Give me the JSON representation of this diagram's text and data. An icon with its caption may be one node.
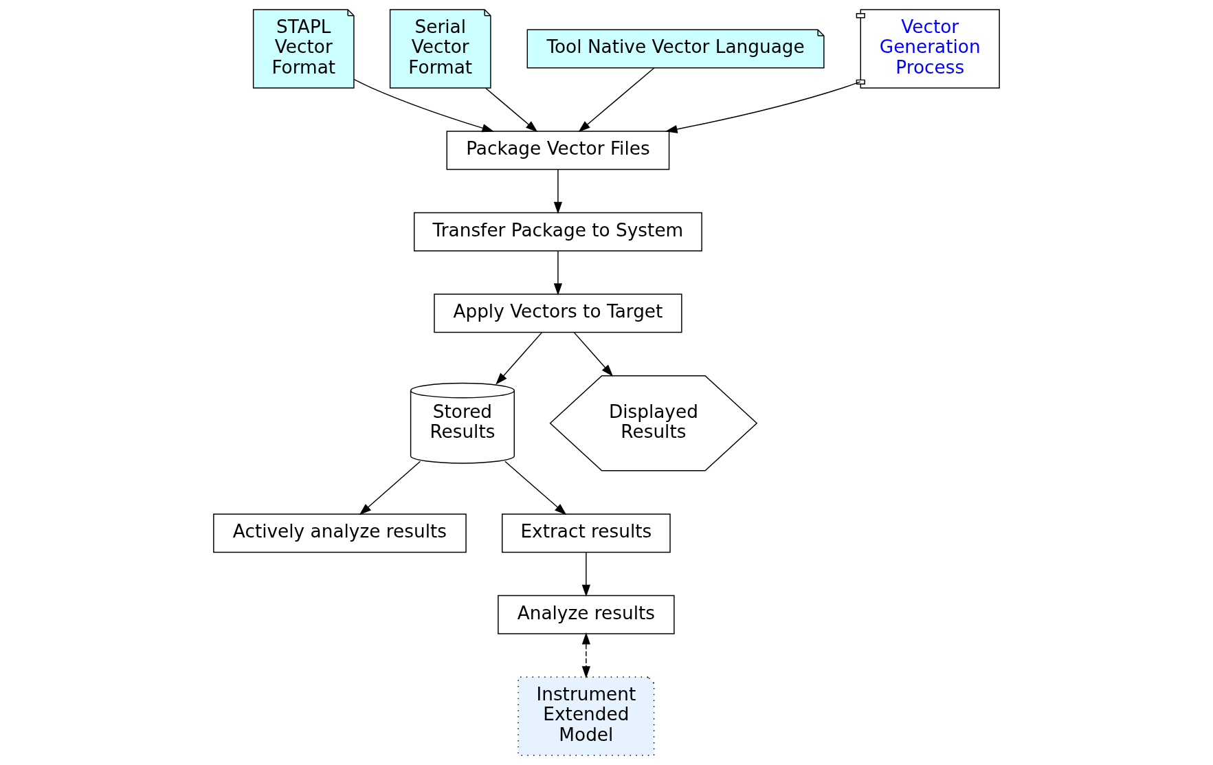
{
  "diagram": {
    "nodes": [
      {
        "text": [
          "STAPL Vector Format"
        ]
      },
      {
        "text": [
          "Serial Vector Format"
        ]
      },
      {
        "text": [
          "Tool Native Vector Language"
        ]
      },
      {
        "text": [
          "Vector Generation Process"
        ]
      },
      {
        "text": [
          "Package Vector Files"
        ]
      },
      {
        "text": [
          "Transfer Package to System"
        ]
      },
      {
        "text": [
          "Apply Vectors to Target"
        ]
      },
      {
        "text": [
          "Stored Results"
        ]
      },
      {
        "text": [
          "Displayed Results"
        ]
      },
      {
        "text": [
          "Instrument Extended Model"
        ]
      },
      {
        "text": [
          "Actively analyze results"
        ]
      },
      {
        "text": [
          "Extract results"
        ]
      },
      {
        "text": [
          "Analyze results"
        ]
      }
    ],
    "edges": [
      {
        "from": 0,
        "to": 4,
        "arrow": "to"
      },
      {
        "from": 1,
        "to": 4,
        "arrow": "to"
      },
      {
        "from": 2,
        "to": 4,
        "arrow": "to"
      },
      {
        "from": 3,
        "to": 4,
        "arrow": "to"
      },
      {
        "from": 4,
        "to": 5,
        "arrow": "to"
      },
      {
        "from": 5,
        "to": 6,
        "arrow": "to"
      },
      {
        "from": 6,
        "to": 7,
        "arrow": "to"
      },
      {
        "from": 6,
        "to": 8,
        "arrow": "to"
      },
      {
        "from": 7,
        "to": 10,
        "arrow": "to"
      },
      {
        "from": 7,
        "to": 11,
        "arrow": "to"
      },
      {
        "from": 11,
        "to": 12,
        "arrow": "to"
      },
      {
        "from": 12,
        "to": 9,
        "arrow": "both",
        "style": "dashed"
      }
    ]
  }
}
